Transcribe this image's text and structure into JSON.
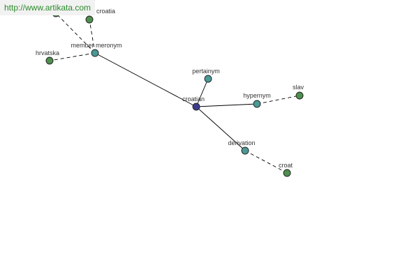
{
  "source_url": "http://www.artikata.com",
  "colors": {
    "root": "#3d3d8f",
    "relation": "#4a9a96",
    "word": "#4f8f4f",
    "banner_text": "#2a8a2a"
  },
  "nodes": [
    {
      "id": "croatian",
      "label": "croatian",
      "kind": "root"
    },
    {
      "id": "pertainym",
      "label": "pertainym",
      "kind": "relation"
    },
    {
      "id": "hypernym",
      "label": "hypernym",
      "kind": "relation"
    },
    {
      "id": "derivation",
      "label": "derivation",
      "kind": "relation"
    },
    {
      "id": "member-meronym",
      "label": "member meronym",
      "kind": "relation"
    },
    {
      "id": "slav",
      "label": "slav",
      "kind": "word"
    },
    {
      "id": "croat",
      "label": "croat",
      "kind": "word"
    },
    {
      "id": "hrvatska",
      "label": "hrvatska",
      "kind": "word"
    },
    {
      "id": "croatia",
      "label": "croatia",
      "kind": "word"
    },
    {
      "id": "word-top-left",
      "label": "",
      "kind": "word"
    }
  ],
  "edges": [
    {
      "from": "croatian",
      "to": "pertainym",
      "style": "solid"
    },
    {
      "from": "croatian",
      "to": "hypernym",
      "style": "solid"
    },
    {
      "from": "croatian",
      "to": "derivation",
      "style": "solid"
    },
    {
      "from": "croatian",
      "to": "member-meronym",
      "style": "solid"
    },
    {
      "from": "hypernym",
      "to": "slav",
      "style": "dashed"
    },
    {
      "from": "derivation",
      "to": "croat",
      "style": "dashed"
    },
    {
      "from": "member-meronym",
      "to": "hrvatska",
      "style": "dashed"
    },
    {
      "from": "member-meronym",
      "to": "croatia",
      "style": "dashed"
    },
    {
      "from": "member-meronym",
      "to": "word-top-left",
      "style": "dashed"
    }
  ]
}
